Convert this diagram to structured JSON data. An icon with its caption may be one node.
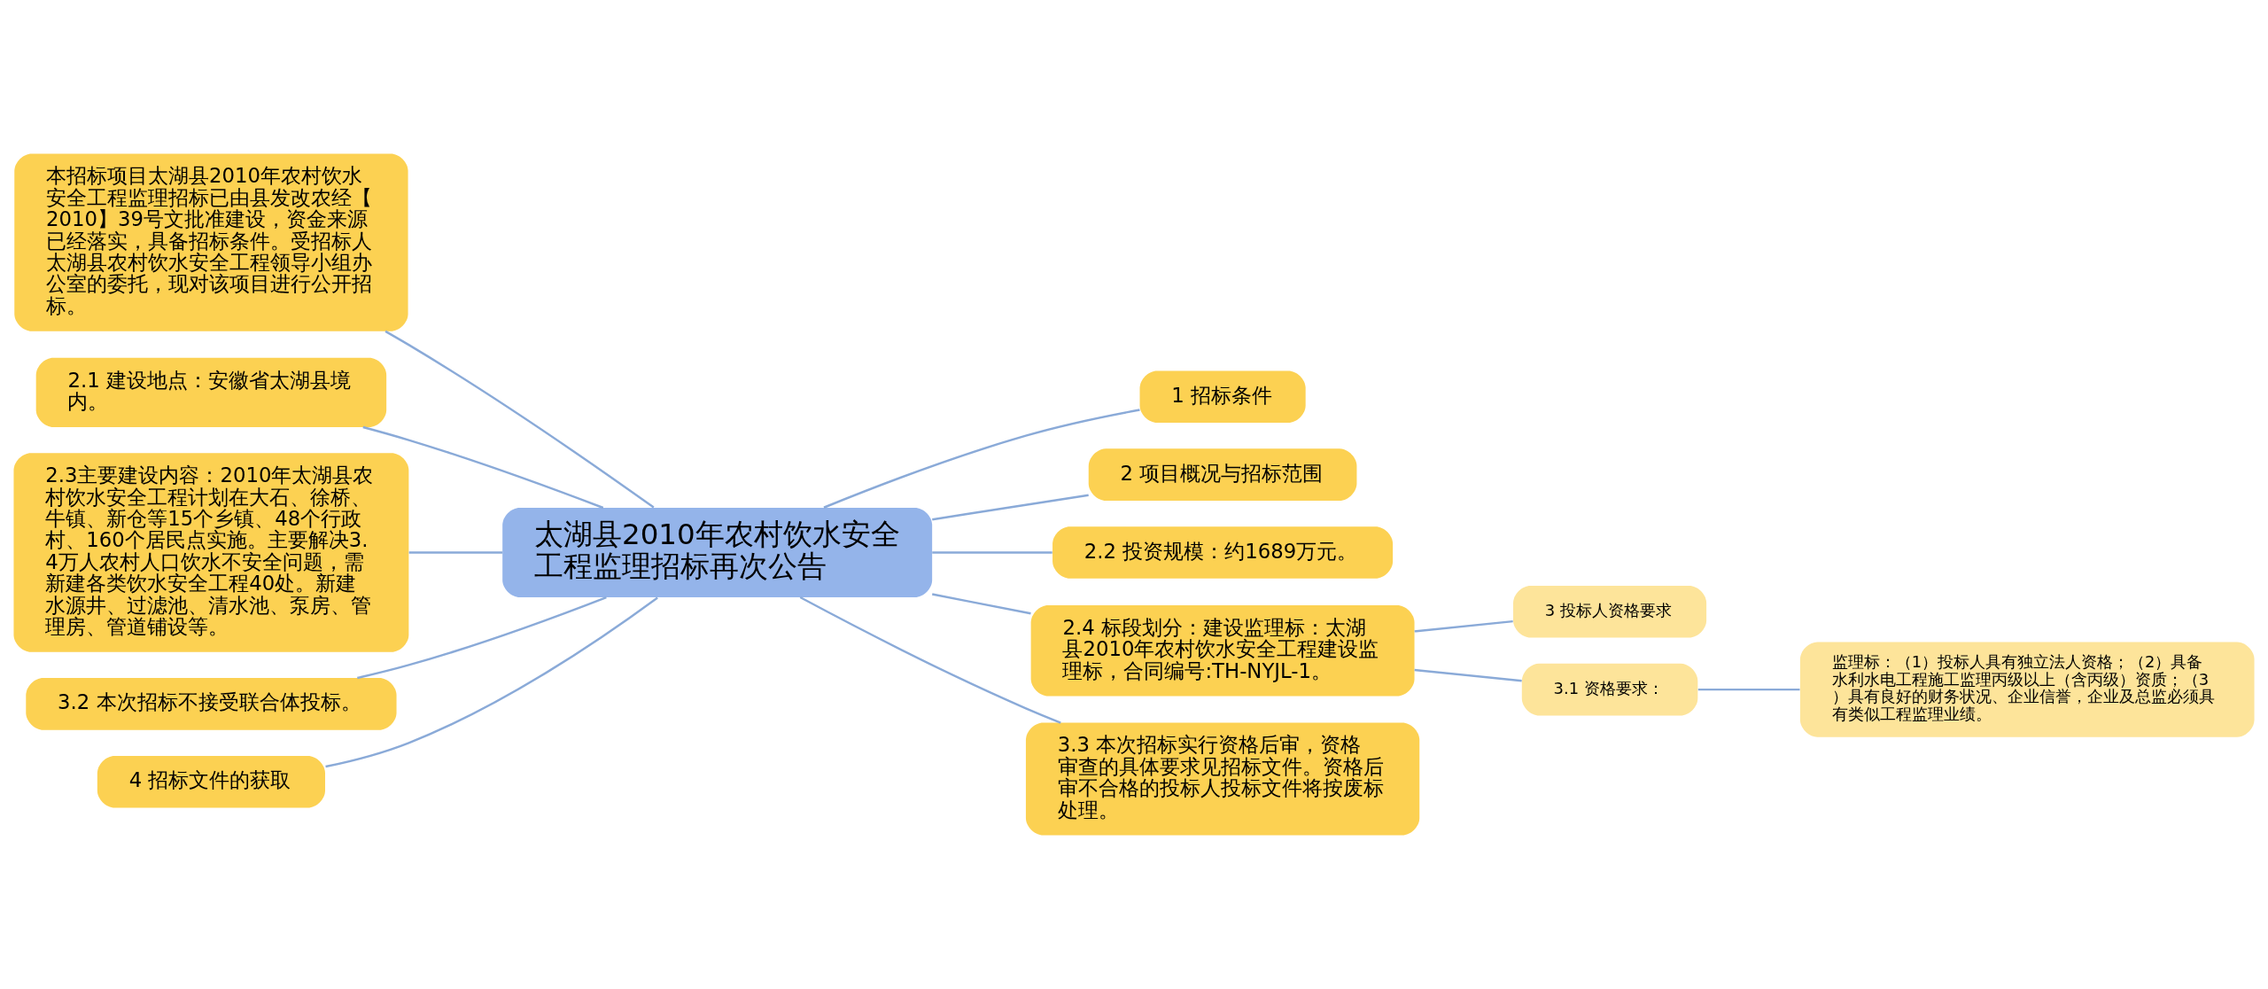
{
  "diagram": {
    "nodes": [
      {
        "text": [
          "太湖县2010年农村饮水安全工程监理招标再次公告"
        ]
      },
      {
        "text": [
          "本招标项目太湖县2010年农村饮水安全工程监理招标已由县发改农经【2010】39号文批准建设，资金来源已经落实，具备招标条件。受招标人太湖县农村饮水安全工程领导小组办公室的委托，现对该项目进行公开招标。"
        ]
      },
      {
        "text": [
          "2.1 建设地点：安徽省太湖县境内。"
        ]
      },
      {
        "text": [
          "2.3主要建设内容：2010年太湖县农村饮水安全工程计划在大石、徐桥、牛镇、新仓等15个乡镇、48个行政村、160个居民点实施。主要解决3.4万人农村人口饮水不安全问题，需新建各类饮水安全工程40处。新建水源井、过滤池、清水池、泵房、管理房、管道铺设等。"
        ]
      },
      {
        "text": [
          "3.2 本次招标不接受联合体投标。"
        ]
      },
      {
        "text": [
          "4 招标文件的获取"
        ]
      },
      {
        "text": [
          "1 招标条件"
        ]
      },
      {
        "text": [
          "2 项目概况与招标范围"
        ]
      },
      {
        "text": [
          "2.2 投资规模：约1689万元。"
        ]
      },
      {
        "text": [
          "2.4 标段划分：建设监理标：太湖县2010年农村饮水安全工程建设监理标，合同编号:TH-NYJL-1。"
        ]
      },
      {
        "text": [
          "3 投标人资格要求"
        ]
      },
      {
        "text": [
          "3.1 资格要求："
        ]
      },
      {
        "text": [
          "监理标：（1）投标人具有独立法人资格；（2）具备水利水电工程施工监理丙级以上（含丙级）资质；（3）具有良好的财务状况、企业信誉，企业及总监必须具有类似工程监理业绩。"
        ]
      },
      {
        "text": [
          "3.3 本次招标实行资格后审，资格审查的具体要求见招标文件。资格后审不合格的投标人投标文件将按废标处理。"
        ]
      }
    ],
    "edges": [
      {
        "from": 0,
        "to": 1,
        "arrow": "none"
      },
      {
        "from": 0,
        "to": 2,
        "arrow": "none"
      },
      {
        "from": 0,
        "to": 3,
        "arrow": "none"
      },
      {
        "from": 0,
        "to": 4,
        "arrow": "none"
      },
      {
        "from": 0,
        "to": 5,
        "arrow": "none"
      },
      {
        "from": 0,
        "to": 6,
        "arrow": "none"
      },
      {
        "from": 0,
        "to": 7,
        "arrow": "none"
      },
      {
        "from": 0,
        "to": 8,
        "arrow": "none"
      },
      {
        "from": 0,
        "to": 9,
        "arrow": "none"
      },
      {
        "from": 9,
        "to": 10,
        "arrow": "none"
      },
      {
        "from": 9,
        "to": 11,
        "arrow": "none"
      },
      {
        "from": 11,
        "to": 12,
        "arrow": "none"
      },
      {
        "from": 0,
        "to": 13,
        "arrow": "none"
      }
    ]
  }
}
